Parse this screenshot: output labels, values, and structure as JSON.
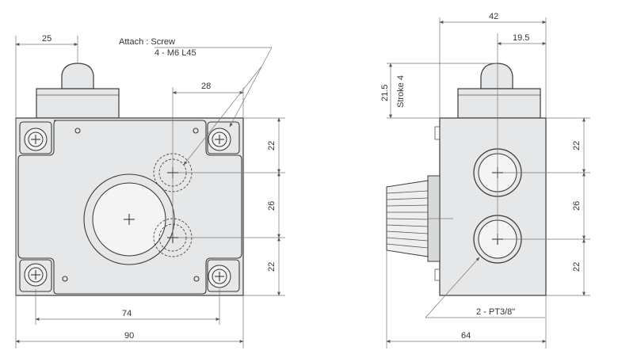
{
  "front_view": {
    "dim_width_total": "90",
    "dim_mount_pitch": "74",
    "dim_offset_left": "25",
    "dim_port_offset": "28",
    "dim_v_top": "22",
    "dim_v_mid": "26",
    "dim_v_bottom": "22",
    "attach_label": "Attach : Screw",
    "attach_spec": "4 - M6 L45"
  },
  "side_view": {
    "dim_width_total": "64",
    "dim_top_width": "42",
    "dim_top_offset": "19.5",
    "dim_height_plunger": "21.5",
    "stroke_label": "Stroke 4",
    "dim_v_top": "22",
    "dim_v_mid": "26",
    "dim_v_bottom": "22",
    "port_label": "2 - PT3/8\""
  }
}
